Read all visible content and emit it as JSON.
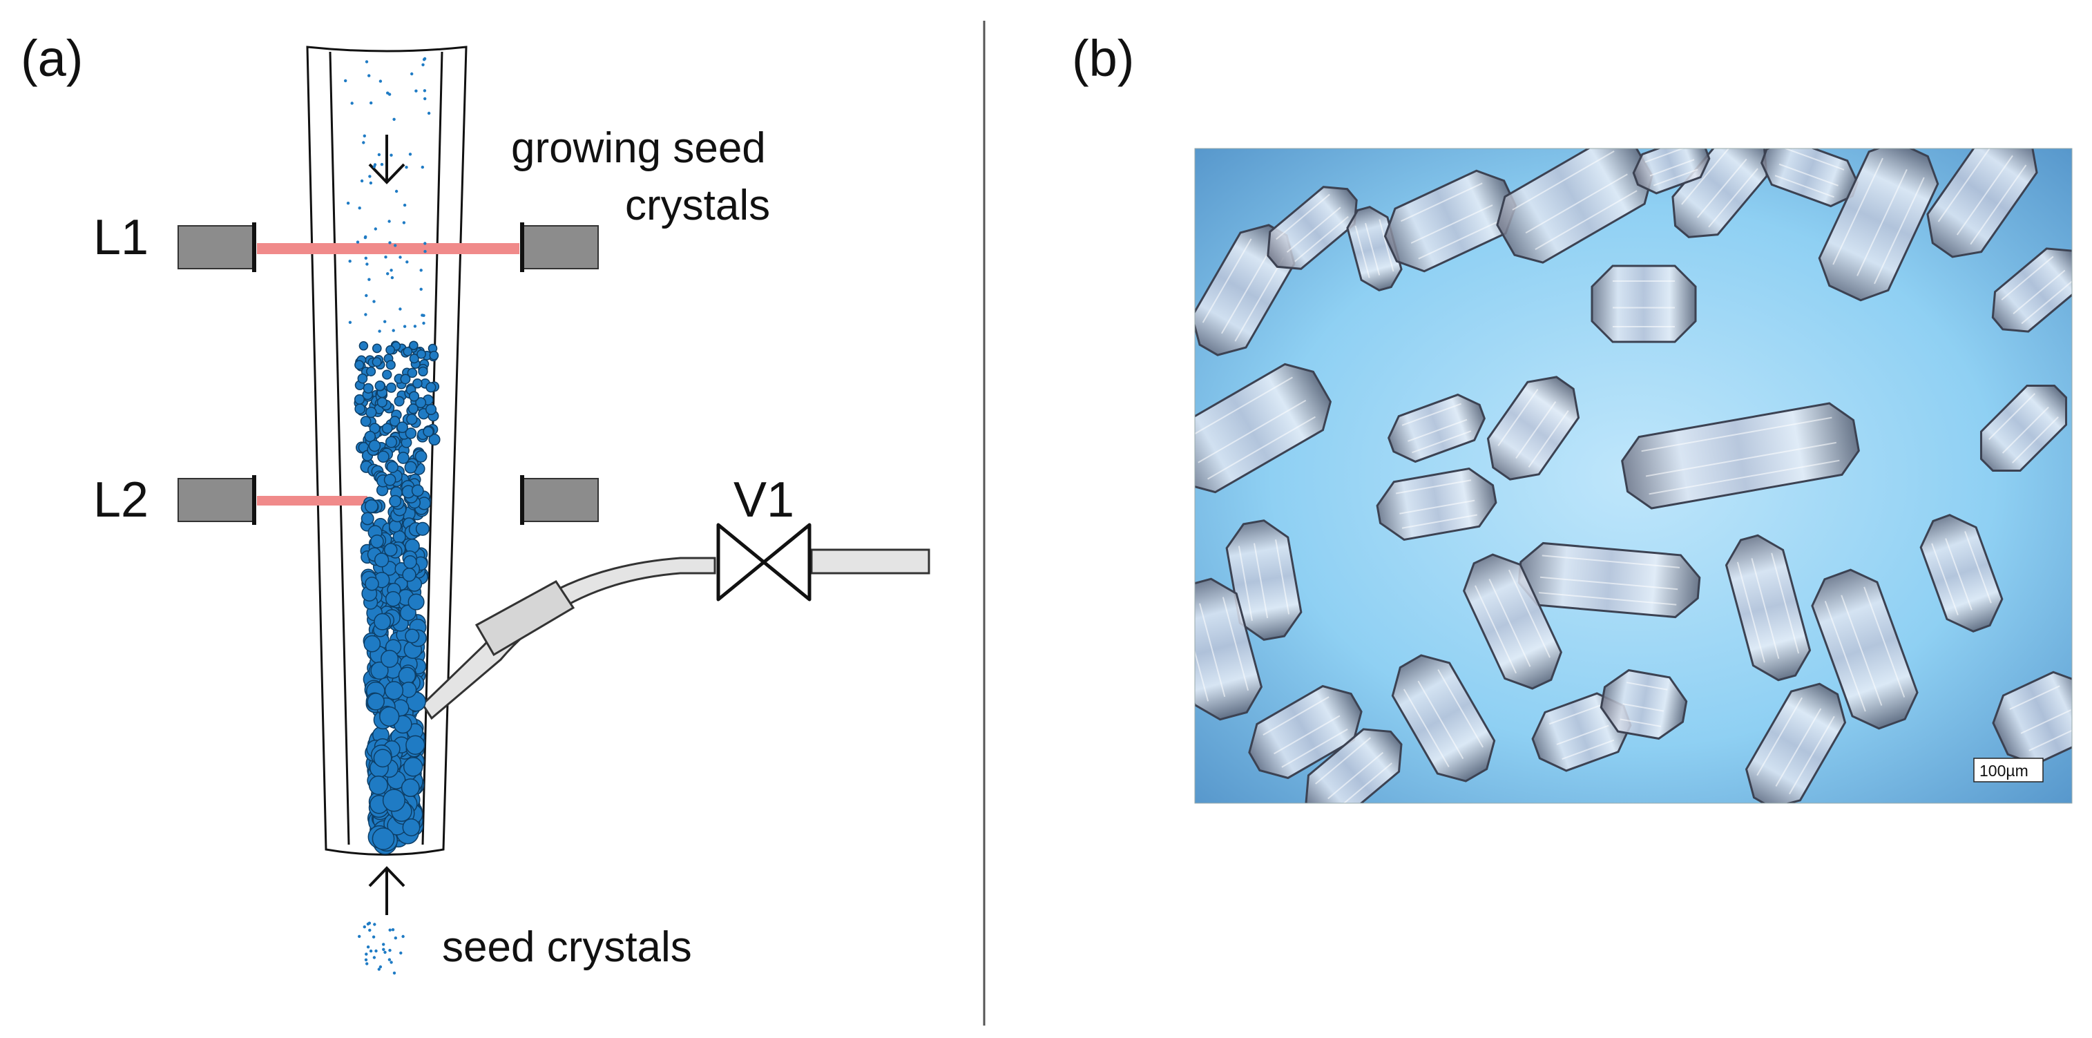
{
  "panel_a": {
    "label": "(a)",
    "laser_top": "L1",
    "laser_bottom": "L2",
    "valve": "V1",
    "annotation_growing_line1": "growing seed",
    "annotation_growing_line2": "crystals",
    "annotation_seed": "seed crystals"
  },
  "panel_b": {
    "label": "(b)",
    "scale_bar": "100µm"
  },
  "colors": {
    "particle_fill": "#1f7bc4",
    "particle_stroke": "#0d3e66",
    "laser_beam": "#f08a8a",
    "sensor_block": "#8c8c8c",
    "tube_fill": "#e4e4e4",
    "photo_background": "#7fc8ee",
    "crystal_tint": "#c9d3e6"
  },
  "icons": {
    "flow_arrow": "arrow-down-icon",
    "inlet_arrow": "arrow-up-icon",
    "valve_symbol": "bowtie-valve-icon"
  }
}
